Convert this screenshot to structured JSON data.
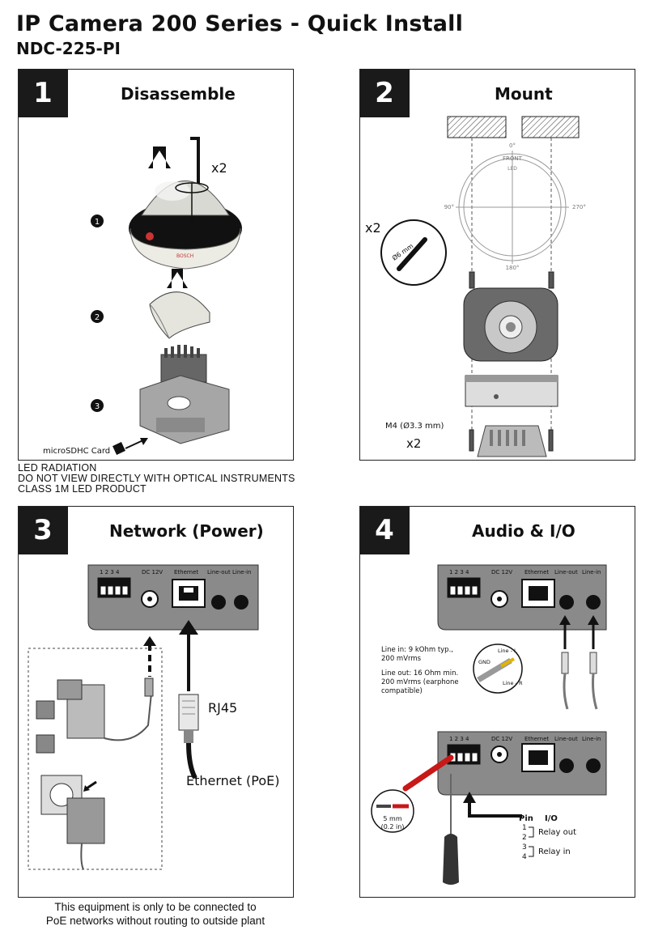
{
  "header": {
    "title": "IP Camera 200 Series - Quick Install",
    "model": "NDC-225-PI"
  },
  "panels": [
    {
      "number": "1",
      "title": "Disassemble",
      "labels": {
        "repeat": "x2",
        "step1": "1",
        "step2": "2",
        "step3": "3",
        "card": "microSDHC Card",
        "brand": "BOSCH"
      }
    },
    {
      "number": "2",
      "title": "Mount",
      "labels": {
        "repeat": "x2",
        "drill": "Ø6 mm",
        "front": "FRONT",
        "led": "LED",
        "screw": "M4 (Ø3.3 mm)",
        "screw_qty": "x2",
        "deg0": "0°",
        "deg90": "90°",
        "deg180": "180°",
        "deg270": "270°"
      }
    },
    {
      "number": "3",
      "title": "Network (Power)",
      "labels": {
        "rj45": "RJ45",
        "ethernet_poe": "Ethernet (PoE)"
      }
    },
    {
      "number": "4",
      "title": "Audio & I/O",
      "line_in": [
        "Line in: 9 kOhm typ.,",
        "200 mVrms"
      ],
      "line_out": [
        "Line out: 16 Ohm min.",
        "200 mVrms (earphone",
        "compatible)"
      ],
      "plug": {
        "gnd": "GND",
        "line_l": "Line - L",
        "line_r": "Line - R"
      },
      "strip": [
        "5 mm",
        "(0.2 in)"
      ],
      "pin_header": {
        "pin": "Pin",
        "io": "I/O"
      },
      "pins": [
        "1",
        "2",
        "3",
        "4"
      ],
      "relay_out": "Relay out",
      "relay_in": "Relay in"
    }
  ],
  "connector_panel": {
    "terminals": "1 2 3 4",
    "dc": "DC 12V",
    "ethernet": "Ethernet",
    "line_out": "Line-out",
    "line_in": "Line-in"
  },
  "warning": [
    "LED RADIATION",
    "DO NOT VIEW DIRECTLY WITH OPTICAL INSTRUMENTS",
    "CLASS 1M LED PRODUCT"
  ],
  "footer": [
    "This equipment is only to be connected to",
    "PoE networks without routing to outside plant"
  ]
}
